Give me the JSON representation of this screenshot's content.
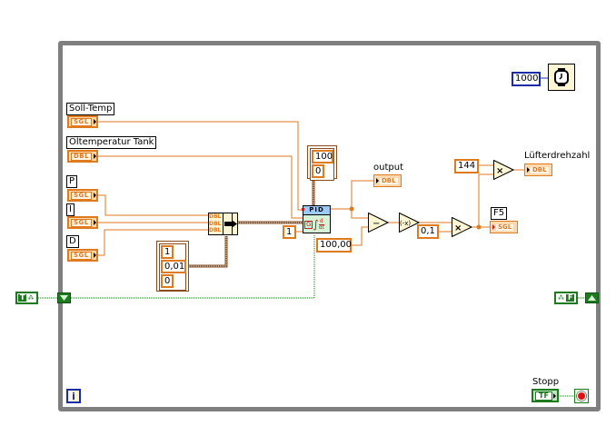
{
  "diagram": {
    "type": "LabVIEW block diagram",
    "structure": "While Loop",
    "colors": {
      "loop_frame": "#7f7f7f",
      "numeric_wire": "#e07a1f",
      "cluster_wire": "#8a4a1a",
      "boolean_wire": "#1e7a1e",
      "integer_wire": "#1c2ca8",
      "pid_header": "#9cc9f5",
      "pid_body": "#d6f2d6"
    }
  },
  "controls": [
    {
      "label": "Soll-Temp",
      "type": "SGL"
    },
    {
      "label": "Öltemperatur Tank",
      "type": "DBL"
    },
    {
      "label": "P",
      "type": "SGL"
    },
    {
      "label": "I",
      "type": "SGL"
    },
    {
      "label": "D",
      "type": "SGL"
    }
  ],
  "bundle": {
    "inputs": [
      "DBL",
      "DBL",
      "DBL"
    ]
  },
  "constants": {
    "wait_ms": "1000",
    "output_range": [
      "100",
      "0"
    ],
    "pid_gains_array": [
      "1",
      "0,01",
      "0"
    ],
    "dt": "1",
    "subtract_value": "100,00",
    "scale": "0,1",
    "fan_multiplier": "144"
  },
  "pid": {
    "title": "PID",
    "icon_glyphs": {
      "g": "G",
      "integral": "∫",
      "derivative_num": "d",
      "derivative_den": "dt"
    }
  },
  "functions": {
    "subtract": "−",
    "negate": "(-x)",
    "multiply1": "×",
    "multiply2": "×"
  },
  "indicators": [
    {
      "label": "output",
      "type": "DBL"
    },
    {
      "label": "Lüfterdrehzahl",
      "type": "DBL"
    },
    {
      "label": "F5",
      "type": "SGL"
    }
  ],
  "shift_register": {
    "init_left": {
      "text": "T",
      "glyph": "⁂"
    },
    "init_right": {
      "text": "F",
      "glyph": "⁂"
    }
  },
  "stop": {
    "label": "Stopp",
    "type": "TF"
  },
  "iteration": {
    "label": "i"
  }
}
